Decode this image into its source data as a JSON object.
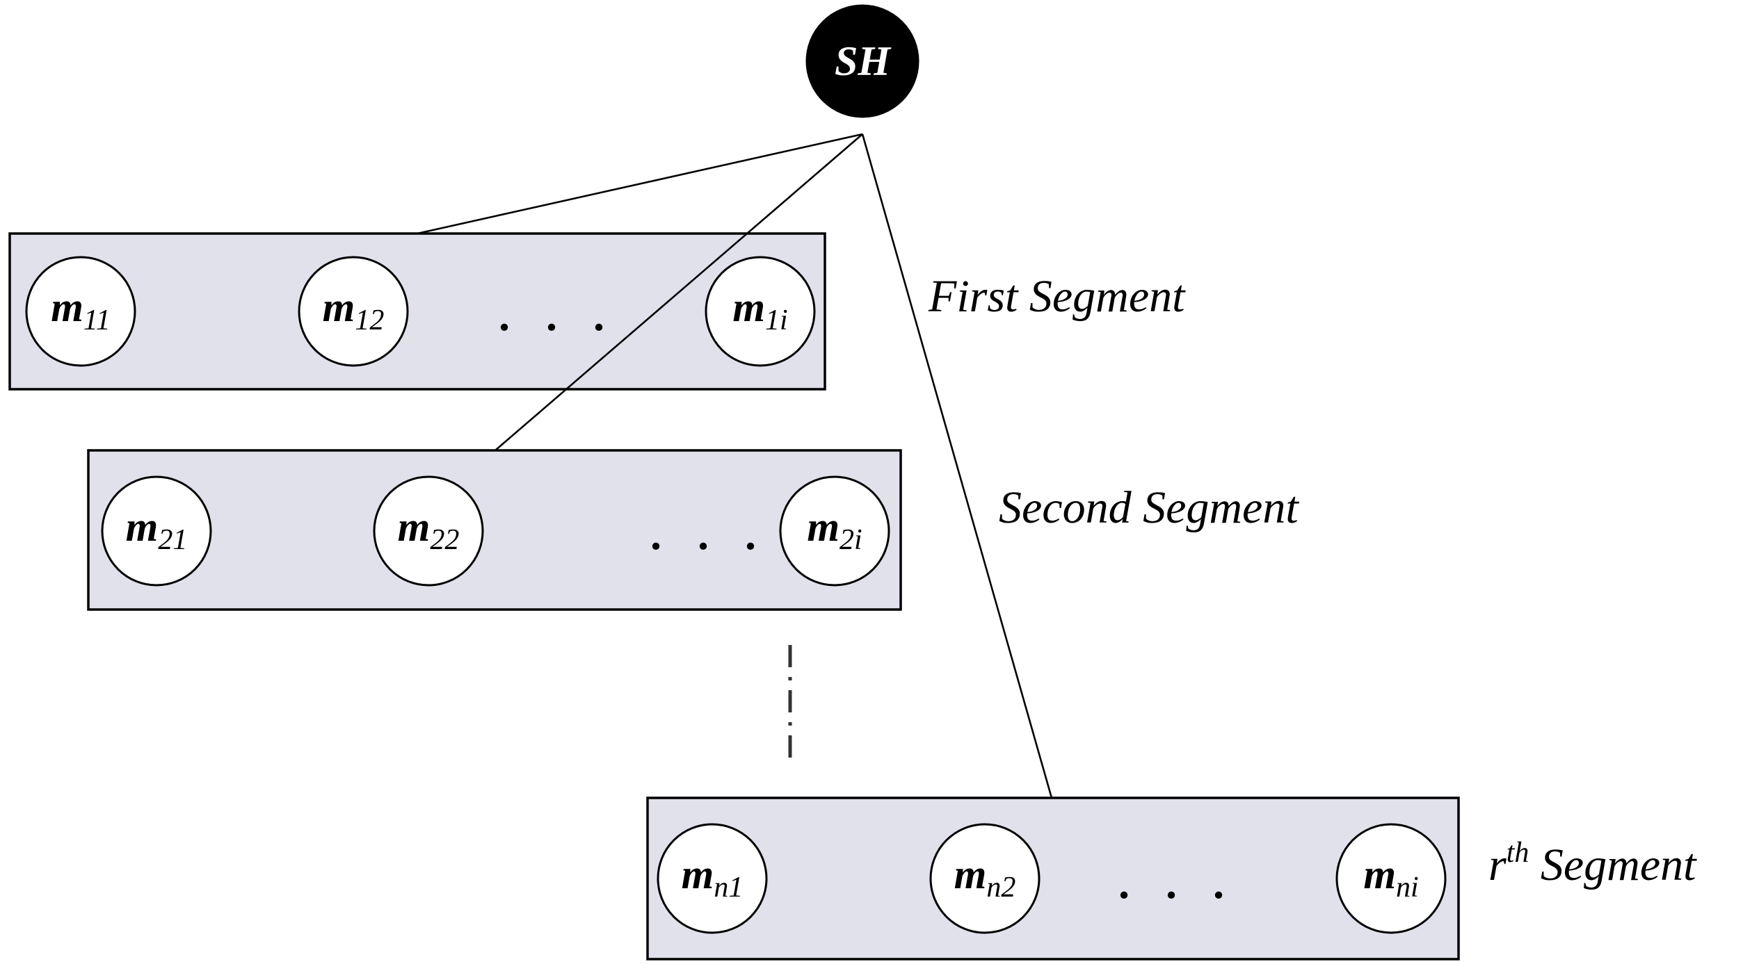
{
  "head_node": {
    "label": "SH"
  },
  "segments": [
    {
      "label": "First Segment",
      "nodes": [
        {
          "base": "m",
          "sub": "11"
        },
        {
          "base": "m",
          "sub": "12"
        },
        {
          "base": "m",
          "sub": "1i"
        }
      ],
      "ellipsis": ". . ."
    },
    {
      "label": "Second Segment",
      "nodes": [
        {
          "base": "m",
          "sub": "21"
        },
        {
          "base": "m",
          "sub": "22"
        },
        {
          "base": "m",
          "sub": "2i"
        }
      ],
      "ellipsis": ". . ."
    },
    {
      "label_prefix": "r",
      "label_sup": "th",
      "label_suffix": " Segment",
      "nodes": [
        {
          "base": "m",
          "sub": "n1"
        },
        {
          "base": "m",
          "sub": "n2"
        },
        {
          "base": "m",
          "sub": "ni"
        }
      ],
      "ellipsis": ". . ."
    }
  ]
}
